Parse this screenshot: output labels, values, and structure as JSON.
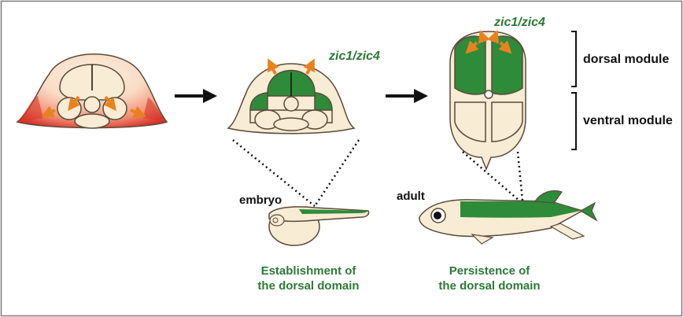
{
  "colors": {
    "green": "#2e8b3a",
    "green_text": "#2c7a35",
    "cream": "#f8ecd4",
    "cream_stroke": "#5a4a3a",
    "red_dark": "#d8352a",
    "orange_arrow": "#e9821e",
    "frame": "#7a7a7a",
    "black": "#111111"
  },
  "labels": {
    "gene_mid": "zic1/zic4",
    "gene_right": "zic1/zic4",
    "dorsal_module": "dorsal module",
    "ventral_module": "ventral module",
    "embryo": "embryo",
    "adult": "adult",
    "establishment_line1": "Establishment of",
    "establishment_line2": "the dorsal domain",
    "persistence_line1": "Persistence of",
    "persistence_line2": "the dorsal domain"
  },
  "icons": [
    "arrow-right-icon",
    "signal-arrow-icon"
  ]
}
